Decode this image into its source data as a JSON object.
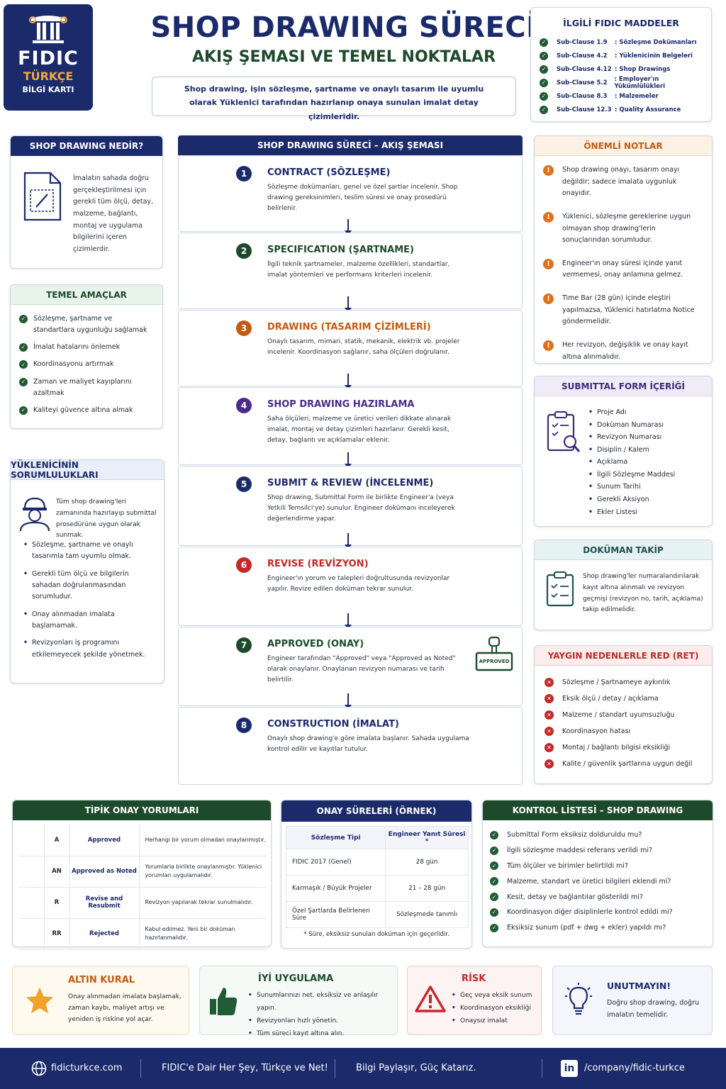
{
  "logo": {
    "line1": "FIDIC",
    "line2": "TÜRKÇE",
    "line3": "BİLGİ KARTI"
  },
  "header": {
    "title": "SHOP DRAWING SÜRECİ",
    "subtitle": "AKIŞ ŞEMASI VE TEMEL NOKTALAR",
    "intro": "Shop drawing, işin sözleşme, şartname ve onaylı tasarım ile uyumlu olarak Yüklenici tarafından hazırlanıp onaya sunulan imalat detay çizimleridir."
  },
  "fidic": {
    "title": "İLGİLİ FIDIC MADDELER",
    "items": [
      {
        "clause": "Sub-Clause 1.9",
        "desc": ": Sözleşme Dokümanları"
      },
      {
        "clause": "Sub-Clause 4.2",
        "desc": ": Yüklenicinin Belgeleri"
      },
      {
        "clause": "Sub-Clause 4.12",
        "desc": ": Shop Drawings"
      },
      {
        "clause": "Sub-Clause 5.2",
        "desc": ": Employer'ın Yükümlülükleri"
      },
      {
        "clause": "Sub-Clause 8.3",
        "desc": ": Malzemeler"
      },
      {
        "clause": "Sub-Clause 12.3",
        "desc": ": Quality Assurance"
      }
    ]
  },
  "nedir": {
    "title": "SHOP DRAWING NEDİR?",
    "text": "İmalatın sahada doğru gerçekleştirilmesi için gerekli tüm ölçü, detay, malzeme, bağlantı, montaj ve uygulama bilgilerini içeren çizimlerdir."
  },
  "amaclar": {
    "title": "TEMEL AMAÇLAR",
    "items": [
      "Sözleşme, şartname ve standartlara uygunluğu sağlamak",
      "İmalat hatalarını önlemek",
      "Koordinasyonu artırmak",
      "Zaman ve maliyet kayıplarını azaltmak",
      "Kaliteyi güvence altına almak"
    ]
  },
  "sorumluluk": {
    "title": "YÜKLENİCİNİN SORUMLULUKLARI",
    "intro": "Tüm shop drawing'leri zamanında hazırlayıp submittal prosedürüne uygun olarak sunmak.",
    "items": [
      "Sözleşme, şartname ve onaylı tasarımla tam uyumlu olmak.",
      "Gerekli tüm ölçü ve bilgilerin sahadan doğrulanmasından sorumludur.",
      "Onay alınmadan imalata başlamamak.",
      "Revizyonları iş programını etkilemeyecek şekilde yönetmek."
    ]
  },
  "flow": {
    "title": "SHOP DRAWING SÜRECİ – AKIŞ ŞEMASI",
    "steps": [
      {
        "n": "1",
        "title": "CONTRACT (SÖZLEŞME)",
        "text": "Sözleşme dokümanları, genel ve özel şartlar incelenir. Shop drawing gereksinimleri, teslim süresi ve onay prosedürü belirlenir.",
        "color": "#1b2a6b"
      },
      {
        "n": "2",
        "title": "SPECIFICATION (ŞARTNAME)",
        "text": "İlgili teknik şartnameler, malzeme özellikleri, standartlar, imalat yöntemleri ve performans kriterleri incelenir.",
        "color": "#1c4a2b"
      },
      {
        "n": "3",
        "title": "DRAWING (TASARIM ÇİZİMLERİ)",
        "text": "Onaylı tasarım, mimari, statik, mekanik, elektrik vb. projeler incelenir. Koordinasyon sağlanır, saha ölçüleri doğrulanır.",
        "color": "#c55a11"
      },
      {
        "n": "4",
        "title": "SHOP DRAWING HAZIRLAMA",
        "text": "Saha ölçüleri, malzeme ve üretici verileri dikkate alınarak imalat, montaj ve detay çizimleri hazırlanır. Gerekli kesit, detay, bağlantı ve açıklamalar eklenir.",
        "color": "#4b2a8a"
      },
      {
        "n": "5",
        "title": "SUBMIT & REVIEW (İNCELENME)",
        "text": "Shop drawing, Submittal Form ile birlikte Engineer'a (veya Yetkili Temsilci'ye) sunulur. Engineer dokümanı inceleyerek değerlendirme yapar.",
        "color": "#1b2a6b"
      },
      {
        "n": "6",
        "title": "REVISE (REVİZYON)",
        "text": "Engineer'ın yorum ve talepleri doğrultusunda revizyonlar yapılır. Revize edilen doküman tekrar sunulur.",
        "color": "#c62828"
      },
      {
        "n": "7",
        "title": "APPROVED (ONAY)",
        "text": "Engineer tarafından \"Approved\" veya \"Approved as Noted\" olarak onaylanır. Onaylanan revizyon numarası ve tarih belirtilir.",
        "color": "#1c4a2b"
      },
      {
        "n": "8",
        "title": "CONSTRUCTION (İMALAT)",
        "text": "Onaylı shop drawing'e göre imalata başlanır. Sahada uygulama kontrol edilir ve kayıtlar tutulur.",
        "color": "#1b2a6b"
      }
    ],
    "stamp": "APPROVED"
  },
  "notlar": {
    "title": "ÖNEMLİ NOTLAR",
    "items": [
      "Shop drawing onayı, tasarım onayı değildir; sadece imalata uygunluk onayıdır.",
      "Yüklenici, sözleşme gereklerine uygun olmayan shop drawing'lerin sonuçlarından sorumludur.",
      "Engineer'ın onay süresi içinde yanıt vermemesi, onay anlamına gelmez.",
      "Time Bar (28 gün) içinde eleştiri yapılmazsa, Yüklenici hatırlatma Notice göndermelidir.",
      "Her revizyon, değişiklik ve onay kayıt altına alınmalıdır."
    ]
  },
  "submittal": {
    "title": "SUBMITTAL FORM İÇERİĞİ",
    "items": [
      "Proje Adı",
      "Doküman Numarası",
      "Revizyon Numarası",
      "Disiplin / Kalem",
      "Açıklama",
      "İlgili Sözleşme Maddesi",
      "Sunum Tarihi",
      "Gerekli Aksiyon",
      "Ekler Listesi"
    ]
  },
  "takip": {
    "title": "DOKÜMAN TAKİP",
    "text": "Shop drawing'ler numaralandırılarak kayıt altına alınmalı ve revizyon geçmişi (revizyon no, tarih, açıklama) takip edilmelidir."
  },
  "red": {
    "title": "YAYGIN NEDENLERLE RED (RET)",
    "items": [
      "Sözleşme / Şartnameye aykırılık",
      "Eksik ölçü / detay / açıklama",
      "Malzeme / standart uyumsuzluğu",
      "Koordinasyon hatası",
      "Montaj / bağlantı bilgisi eksikliği",
      "Kalite / güvenlik şartlarına uygun değil"
    ]
  },
  "yorumlar": {
    "title": "TİPİK ONAY YORUMLARI",
    "rows": [
      {
        "code": "A",
        "name": "Approved",
        "desc": "Herhangi bir yorum olmadan onaylanmıştır.",
        "icon": "check"
      },
      {
        "code": "AN",
        "name": "Approved as Noted",
        "desc": "Yorumlarla birlikte onaylanmıştır. Yüklenici yorumları uygulamalıdır.",
        "icon": "warn"
      },
      {
        "code": "R",
        "name": "Revise and Resubmit",
        "desc": "Revizyon yapılarak tekrar sunulmalıdır.",
        "icon": "x"
      },
      {
        "code": "RR",
        "name": "Rejected",
        "desc": "Kabul edilmez. Yeni bir doküman hazırlanmalıdır.",
        "icon": "xr"
      }
    ]
  },
  "sureler": {
    "title": "ONAY SÜRELERİ (ÖRNEK)",
    "col1": "Sözleşme Tipi",
    "col2": "Engineer Yanıt Süresi *",
    "rows": [
      {
        "type": "FIDIC 2017 (Genel)",
        "time": "28 gün"
      },
      {
        "type": "Karmaşık / Büyük Projeler",
        "time": "21 – 28 gün"
      },
      {
        "type": "Özel Şartlarda Belirlenen Süre",
        "time": "Sözleşmede tanımlı"
      }
    ],
    "note": "* Süre, eksiksiz sunulan doküman için geçerlidir."
  },
  "kontrol": {
    "title": "KONTROL LİSTESİ – SHOP DRAWING",
    "items": [
      "Submittal Form eksiksiz dolduruldu mu?",
      "İlgili sözleşme maddesi referans verildi mi?",
      "Tüm ölçüler ve birimler belirtildi mi?",
      "Malzeme, standart ve üretici bilgileri eklendi mi?",
      "Kesit, detay ve bağlantılar gösterildi mi?",
      "Koordinasyon diğer disiplinlerle kontrol edildi mi?",
      "Eksiksiz sunum (pdf + dwg + ekler) yapıldı mı?"
    ]
  },
  "altin": {
    "title": "ALTIN KURAL",
    "text": "Onay alınmadan imalata başlamak, zaman kaybı, maliyet artışı ve yeniden iş riskine yol açar."
  },
  "iyi": {
    "title": "İYİ UYGULAMA",
    "items": [
      "Sunumlarınızı net, eksiksiz ve anlaşılır yapın.",
      "Revizyonları hızlı yönetin.",
      "Tüm süreci kayıt altına alın."
    ]
  },
  "risk": {
    "title": "RİSK",
    "items": [
      "Geç veya eksik sunum",
      "Koordinasyon eksikliği",
      "Onaysız imalat"
    ]
  },
  "unutma": {
    "title": "UNUTMAYIN!",
    "text": "Doğru shop drawing, doğru imalatın temelidir."
  },
  "footer": {
    "site": "fidicturkce.com",
    "slogan1": "FIDIC'e Dair Her Şey, Türkçe ve Net!",
    "slogan2": "Bilgi Paylaşır, Güç Katarız.",
    "linkedin": "/company/fidic-turkce"
  }
}
